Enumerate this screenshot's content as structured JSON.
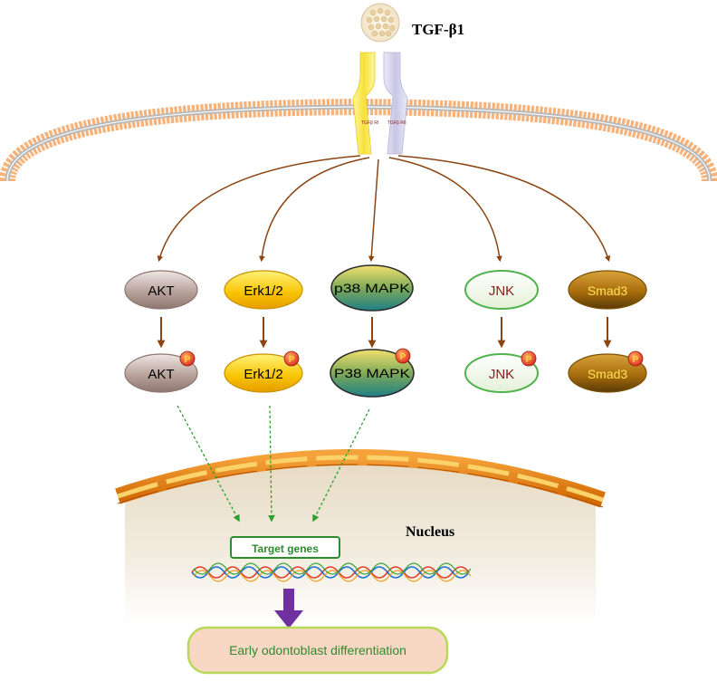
{
  "ligand": {
    "label": "TGF-β1"
  },
  "receptor": {
    "left_label": "TGFβ RI",
    "right_label": "TGFβ RII"
  },
  "nodes": [
    {
      "id": "akt",
      "label": "AKT",
      "phospho_label": "AKT",
      "fill": "#b49c96",
      "stroke": "#8e7670",
      "text": "#000000"
    },
    {
      "id": "erk",
      "label": "Erk1/2",
      "phospho_label": "Erk1/2",
      "fill": "#f5c400",
      "stroke": "#c89300",
      "text": "#000000"
    },
    {
      "id": "p38",
      "label": "p38 MAPK",
      "phospho_label": "P38 MAPK",
      "fill": "#2f8a7a",
      "stroke": "#2b2b2b",
      "text": "#000000"
    },
    {
      "id": "jnk",
      "label": "JNK",
      "phospho_label": "JNK",
      "fill": "#eef7e6",
      "stroke": "#4db34a",
      "text": "#8b1a1a"
    },
    {
      "id": "smad3",
      "label": "Smad3",
      "phospho_label": "Smad3",
      "fill": "#b97d10",
      "stroke": "#7a5205",
      "text": "#ffe25a"
    }
  ],
  "phospho_badge": "P",
  "nucleus": {
    "label": "Nucleus",
    "target_genes": "Target genes"
  },
  "outcome": {
    "label": "Early odontoblast differentiation"
  },
  "colors": {
    "membrane": "#f7b27a",
    "signal_arrow": "#8b4513",
    "activation_arrow": "#2ca02c",
    "outcome_arrow": "#7030a0",
    "outcome_box": "#f8d8c4",
    "outcome_border": "#b8d957"
  }
}
